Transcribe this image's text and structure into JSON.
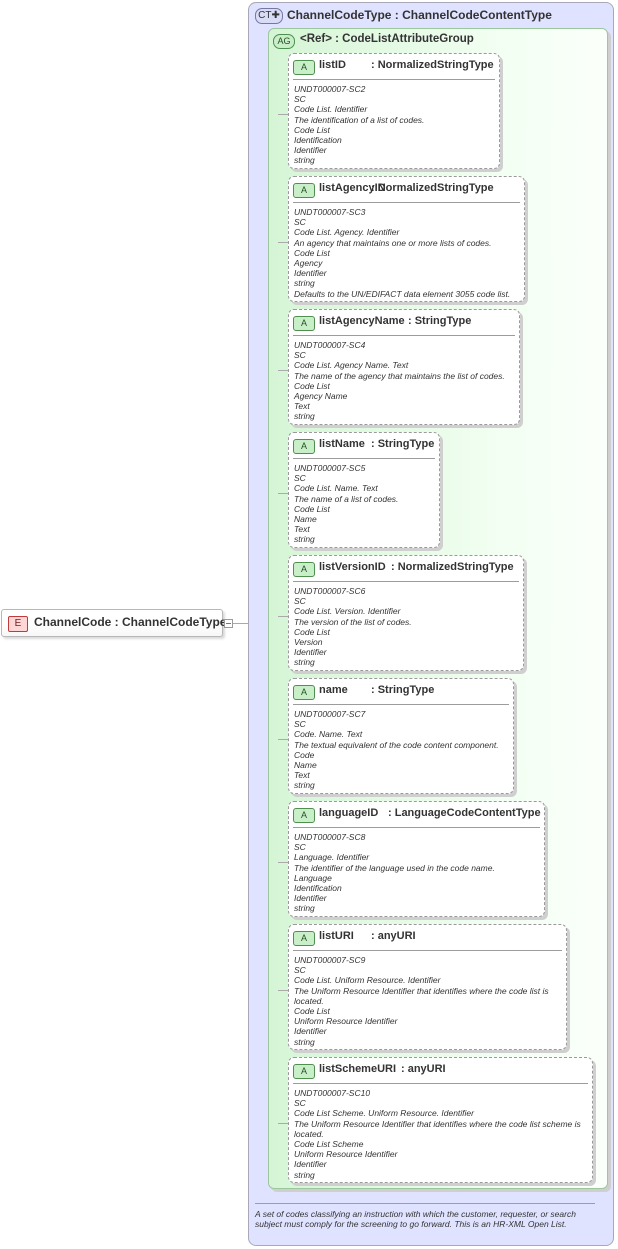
{
  "element": {
    "badge": "E",
    "label": "ChannelCode : ChannelCodeType"
  },
  "complex_type": {
    "badge": "CT",
    "title": "ChannelCodeType : ChannelCodeContentType",
    "documentation": "A set of codes classifying an instruction with which the customer, requester, or search subject must comply for the screening to go forward. This is an HR-XML Open List."
  },
  "attribute_group": {
    "badge": "AG",
    "title": "<Ref>     : CodeListAttributeGroup"
  },
  "attributes": [
    {
      "badge": "A",
      "name": "listID",
      "type": ": NormalizedStringType",
      "doc": [
        "UNDT000007-SC2",
        "SC",
        "Code List. Identifier",
        "The identification of a list of codes.",
        "Code List",
        "Identification",
        "Identifier",
        "string"
      ]
    },
    {
      "badge": "A",
      "name": "listAgencyID",
      "type": ": NormalizedStringType",
      "doc": [
        "UNDT000007-SC3",
        "SC",
        "Code List. Agency. Identifier",
        "An agency that maintains one or more lists of codes.",
        "Code List",
        "Agency",
        "Identifier",
        "string",
        "Defaults to the UN/EDIFACT data element 3055 code list."
      ]
    },
    {
      "badge": "A",
      "name": "listAgencyName",
      "type": ": StringType",
      "doc": [
        "UNDT000007-SC4",
        "SC",
        "Code List. Agency Name. Text",
        "The name of the agency that maintains the list of codes.",
        "Code List",
        "Agency Name",
        "Text",
        "string"
      ]
    },
    {
      "badge": "A",
      "name": "listName",
      "type": ": StringType",
      "doc": [
        "UNDT000007-SC5",
        "SC",
        "Code List. Name. Text",
        "The name of a list of codes.",
        "Code List",
        "Name",
        "Text",
        "string"
      ]
    },
    {
      "badge": "A",
      "name": "listVersionID",
      "type": ": NormalizedStringType",
      "doc": [
        "UNDT000007-SC6",
        "SC",
        "Code List. Version. Identifier",
        "The version of the list of codes.",
        "Code List",
        "Version",
        "Identifier",
        "string"
      ]
    },
    {
      "badge": "A",
      "name": "name",
      "type": ": StringType",
      "doc": [
        "UNDT000007-SC7",
        "SC",
        "Code. Name. Text",
        "The textual equivalent of the code content component.",
        "Code",
        "Name",
        "Text",
        "string"
      ]
    },
    {
      "badge": "A",
      "name": "languageID",
      "type": ": LanguageCodeContentType",
      "doc": [
        "UNDT000007-SC8",
        "SC",
        "Language. Identifier",
        "The identifier of the language used in the code name.",
        "Language",
        "Identification",
        "Identifier",
        "string"
      ]
    },
    {
      "badge": "A",
      "name": "listURI",
      "type": ": anyURI",
      "doc": [
        "UNDT000007-SC9",
        "SC",
        "Code List. Uniform Resource. Identifier",
        "The Uniform Resource Identifier that identifies where the code list is located.",
        "Code List",
        "Uniform Resource Identifier",
        "Identifier",
        "string"
      ]
    },
    {
      "badge": "A",
      "name": "listSchemeURI",
      "type": ": anyURI",
      "doc": [
        "UNDT000007-SC10",
        "SC",
        "Code List Scheme. Uniform Resource. Identifier",
        "The Uniform Resource Identifier that identifies where the code list scheme is located.",
        "Code List Scheme",
        "Uniform Resource Identifier",
        "Identifier",
        "string"
      ]
    }
  ]
}
